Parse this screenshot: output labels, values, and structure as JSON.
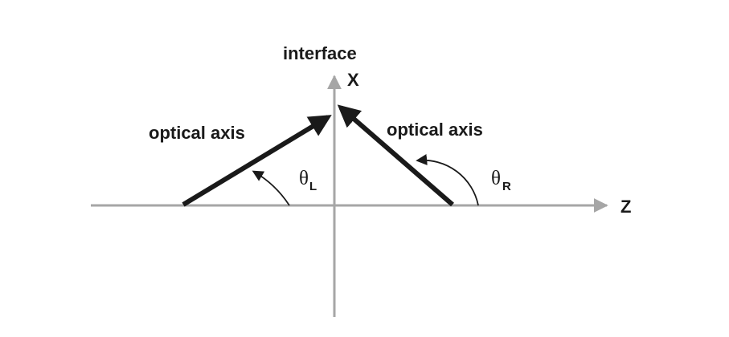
{
  "labels": {
    "interface": "interface",
    "x_axis": "X",
    "z_axis": "Z",
    "optical_axis_left": "optical axis",
    "optical_axis_right": "optical axis",
    "theta_left_symbol": "θ",
    "theta_left_subscript": "L",
    "theta_right_symbol": "θ",
    "theta_right_subscript": "R"
  },
  "colors": {
    "axes": "#a6a6a6",
    "optical_axis": "#1a1a1a",
    "text": "#1a1a1a"
  }
}
